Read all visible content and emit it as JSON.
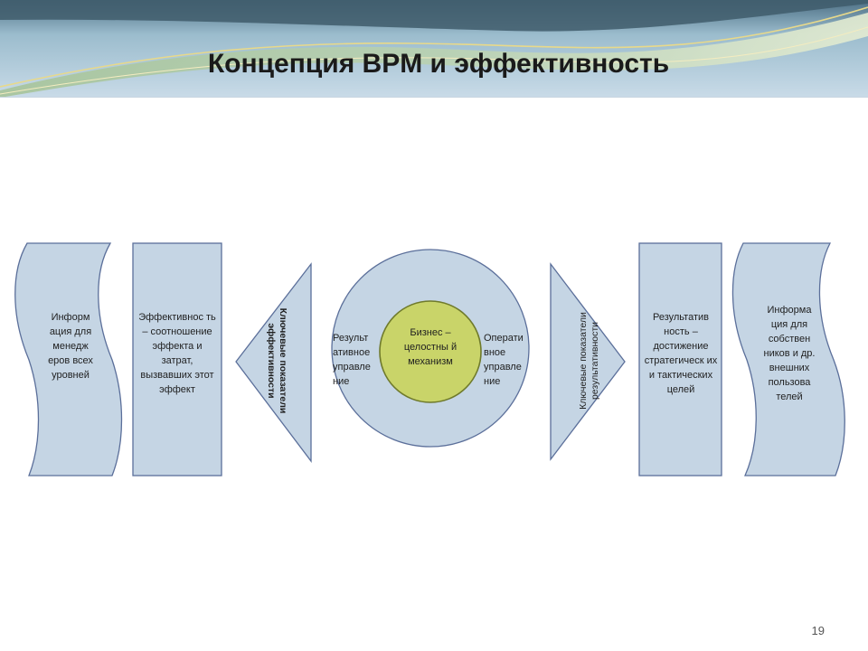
{
  "slide": {
    "title": "Концепция BPM и эффективность",
    "page_number": "19"
  },
  "diagram": {
    "left_info": "Информ ация для менедж еров всех уровней",
    "efficiency": "Эффективнос ть – соотношение эффекта и затрат, вызвавших этот эффект",
    "left_arrow_label_line1": "Ключевые показатели",
    "left_arrow_label_line2": "эффективности",
    "circle_left": "Результ ативное управле ние",
    "core": "Бизнес – целостны й механизм",
    "circle_right": "Операти вное управле ние",
    "right_arrow_label_line1": "Ключевые показатели",
    "right_arrow_label_line2": "результативности",
    "effectiveness": "Результатив ность – достижение стратегическ их и тактических целей",
    "right_info": "Информа ция для собствен ников и др. внешних пользова телей"
  },
  "colors": {
    "shape_fill": "#c5d5e4",
    "shape_stroke": "#5b6f9a",
    "core_fill": "#c9d469",
    "core_stroke": "#6f7a2b",
    "header_sky": "#b7cfe0",
    "header_band": "#8fb1c0"
  }
}
